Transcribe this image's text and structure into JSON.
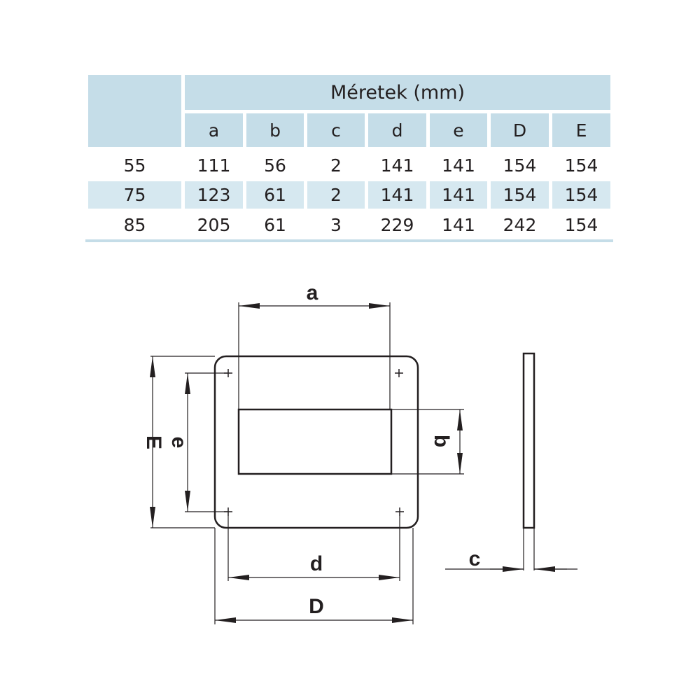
{
  "table": {
    "group_header": "Méretek (mm)",
    "columns": [
      "a",
      "b",
      "c",
      "d",
      "e",
      "D",
      "E"
    ],
    "rows": [
      {
        "size": "55",
        "values": [
          "111",
          "56",
          "2",
          "141",
          "141",
          "154",
          "154"
        ]
      },
      {
        "size": "75",
        "values": [
          "123",
          "61",
          "2",
          "141",
          "141",
          "154",
          "154"
        ]
      },
      {
        "size": "85",
        "values": [
          "205",
          "61",
          "3",
          "229",
          "141",
          "242",
          "154"
        ]
      }
    ]
  },
  "diagram": {
    "labels": {
      "a": "a",
      "b": "b",
      "c": "c",
      "d": "d",
      "e": "e",
      "D": "D",
      "E": "E"
    }
  },
  "colors": {
    "header": "#c5dde8",
    "band": "#d6e8f0"
  }
}
